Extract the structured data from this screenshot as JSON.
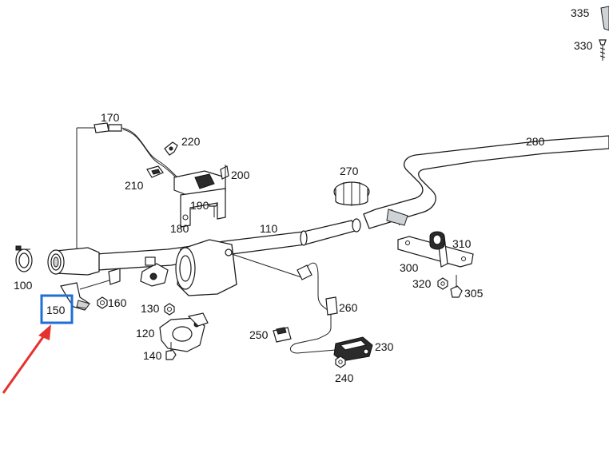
{
  "labels": {
    "p335": "335",
    "p330": "330",
    "p170": "170",
    "p220": "220",
    "p280": "280",
    "p200": "200",
    "p210": "210",
    "p270": "270",
    "p190": "190",
    "p180": "180",
    "p110": "110",
    "p310": "310",
    "p300": "300",
    "p100": "100",
    "p320": "320",
    "p305": "305",
    "p150": "150",
    "p160": "160",
    "p130": "130",
    "p260": "260",
    "p120": "120",
    "p250": "250",
    "p230": "230",
    "p140": "140",
    "p240": "240"
  },
  "colors": {
    "highlight_box": "#1f6fd6",
    "arrow": "#e5322d",
    "line": "#1a1a1a"
  },
  "highlighted_part": "150"
}
